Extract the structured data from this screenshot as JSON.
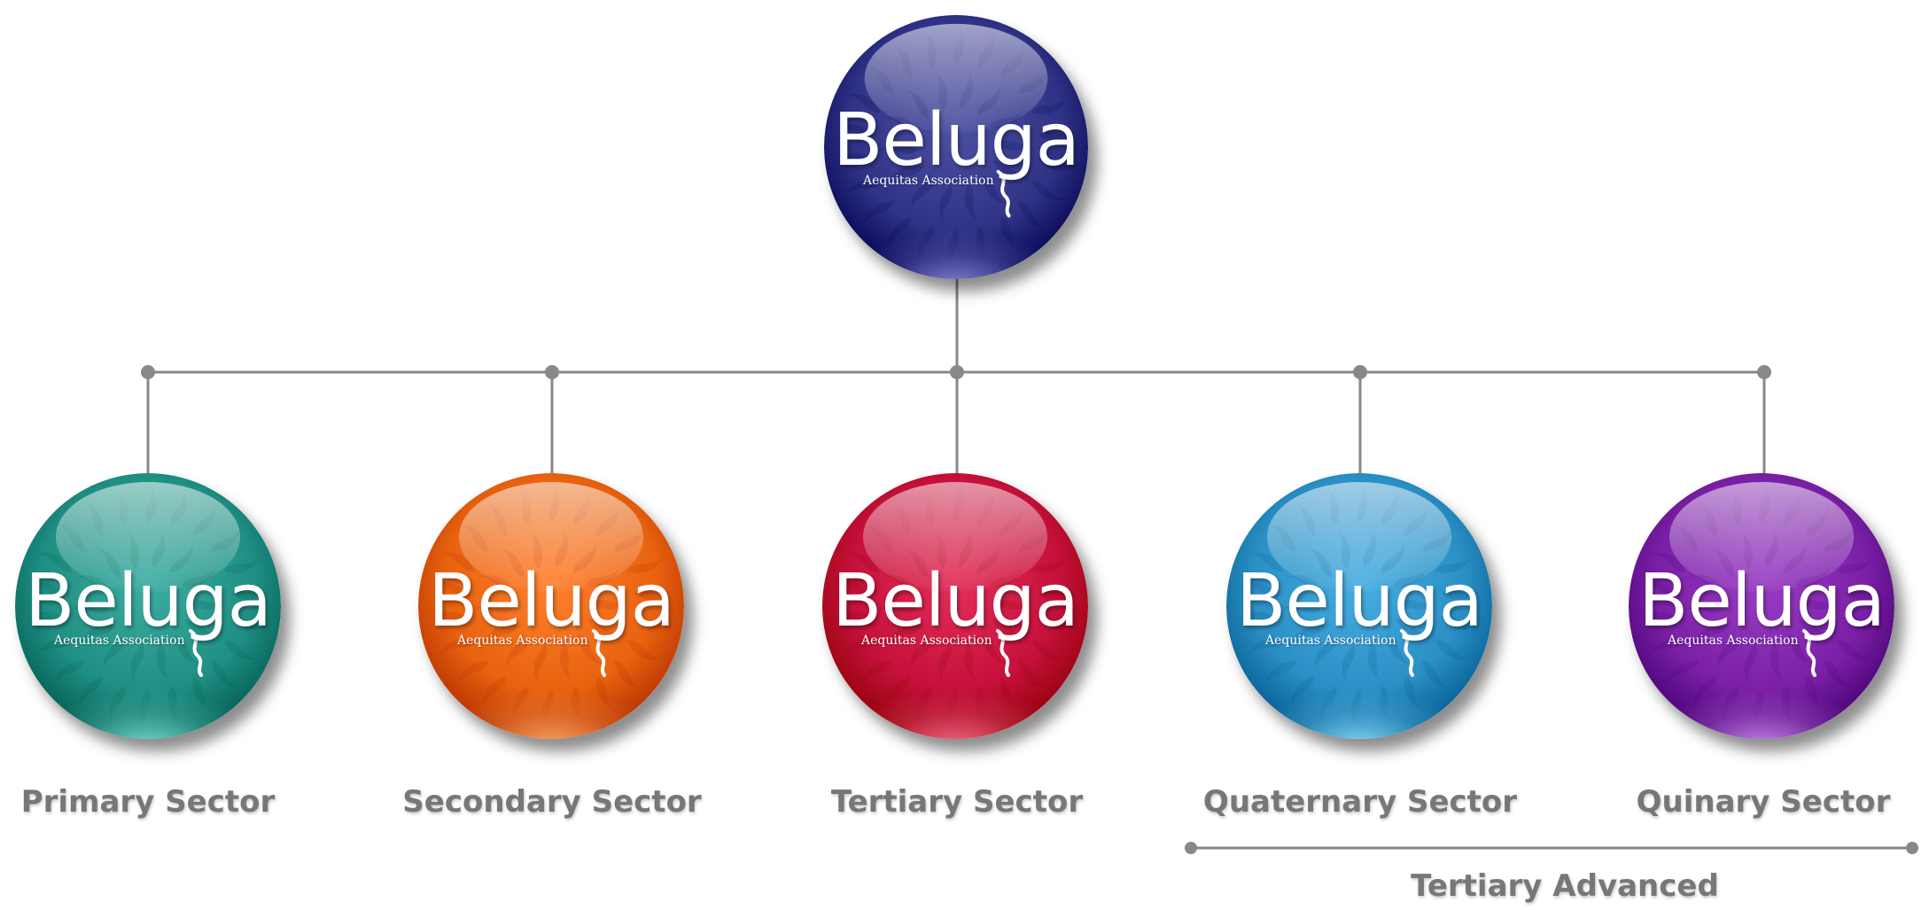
{
  "root": {
    "brand": "Beluga",
    "tagline": "Aequitas Association",
    "color": "#2f3285",
    "highlight": "#8f8fe0"
  },
  "sectors": [
    {
      "label": "Primary Sector",
      "brand": "Beluga",
      "tagline": "Aequitas Association",
      "color": "#1f8f84",
      "highlight": "#7fe3d8"
    },
    {
      "label": "Secondary Sector",
      "brand": "Beluga",
      "tagline": "Aequitas Association",
      "color": "#e8620f",
      "highlight": "#ffb06a"
    },
    {
      "label": "Tertiary Sector",
      "brand": "Beluga",
      "tagline": "Aequitas Association",
      "color": "#c4103a",
      "highlight": "#ff7090"
    },
    {
      "label": "Quaternary Sector",
      "brand": "Beluga",
      "tagline": "Aequitas Association",
      "color": "#2a8fc4",
      "highlight": "#8fe0ff"
    },
    {
      "label": "Quinary Sector",
      "brand": "Beluga",
      "tagline": "Aequitas Association",
      "color": "#7a1fa6",
      "highlight": "#d08ff5"
    }
  ],
  "group": {
    "label": "Tertiary Advanced"
  },
  "connector_color": "#888888"
}
